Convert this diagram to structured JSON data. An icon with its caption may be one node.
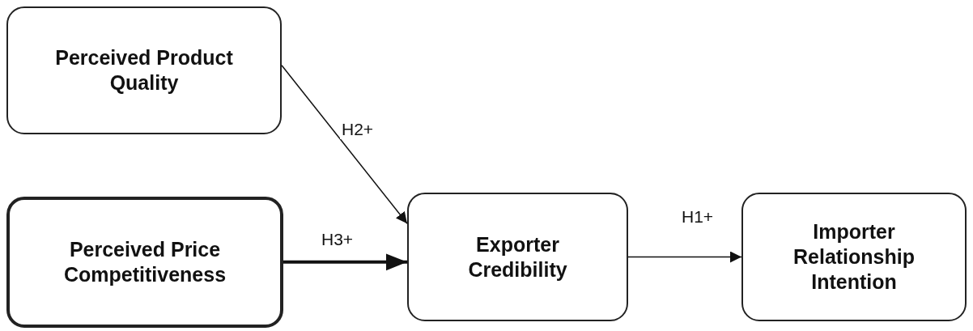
{
  "diagram": {
    "nodes": [
      {
        "text": [
          "Perceived Product Quality"
        ]
      },
      {
        "text": [
          "Perceived Price Competitiveness"
        ]
      },
      {
        "text": [
          "Exporter Credibility"
        ]
      },
      {
        "text": [
          "Importer Relationship Intention"
        ]
      }
    ],
    "edges": [
      {
        "from": 0,
        "to": 2,
        "arrow": "to",
        "label": "H2+"
      },
      {
        "from": 1,
        "to": 2,
        "arrow": "to",
        "label": "H3+",
        "style": "thick"
      },
      {
        "from": 2,
        "to": 3,
        "arrow": "to",
        "label": "H1+"
      }
    ]
  }
}
